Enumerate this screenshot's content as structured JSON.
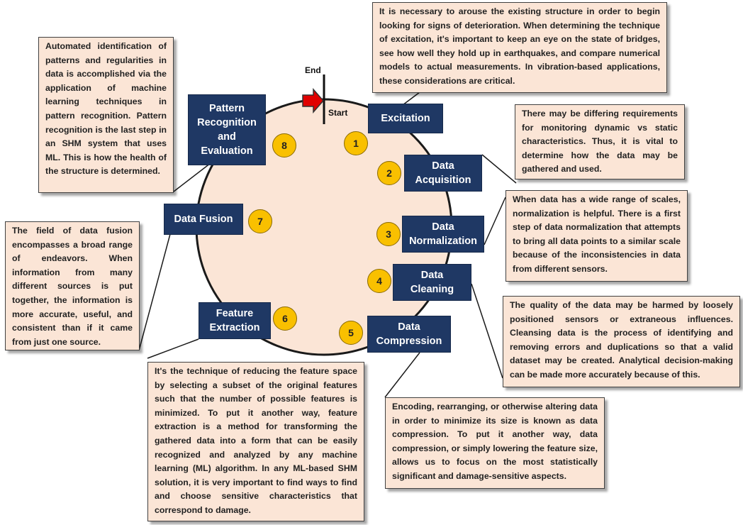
{
  "markers": {
    "end": "End",
    "start": "Start"
  },
  "steps": [
    {
      "number": "1",
      "label": [
        "Excitation"
      ]
    },
    {
      "number": "2",
      "label": [
        "Data",
        "Acquisition"
      ]
    },
    {
      "number": "3",
      "label": [
        "Data",
        "Normalization"
      ]
    },
    {
      "number": "4",
      "label": [
        "Data",
        "Cleaning"
      ]
    },
    {
      "number": "5",
      "label": [
        "Data",
        "Compression"
      ]
    },
    {
      "number": "6",
      "label": [
        "Feature",
        "Extraction"
      ]
    },
    {
      "number": "7",
      "label": [
        "Data Fusion"
      ]
    },
    {
      "number": "8",
      "label": [
        "Pattern",
        "Recognition",
        "and",
        "Evaluation"
      ]
    }
  ],
  "descriptions": {
    "excitation": "It is necessary to arouse the existing structure in order to begin looking for signs of deterioration. When determining the technique of excitation, it's important to keep an eye on the state of bridges, see how well they hold up in earthquakes, and compare numerical models to actual measurements. In vibration-based applications, these considerations are critical.",
    "acquisition": "There may be differing requirements for monitoring dynamic vs static characteristics. Thus, it is vital to determine how the data may be gathered and used.",
    "normalization": "When data has a wide range of scales, normalization is helpful. There is a first step of data normalization that attempts to bring all data points to a similar scale because of the inconsistencies in data from different sensors.",
    "cleaning": "The quality of the data may be harmed by loosely positioned sensors or extraneous influences. Cleansing data is the process of identifying and removing errors and duplications so that a valid dataset may be created. Analytical decision-making can be made more accurately because of this.",
    "compression": "Encoding, rearranging, or otherwise altering data in order to minimize its size is known as data compression. To put it another way, data compression, or simply lowering the feature size, allows us to focus on the most statistically significant and damage-sensitive aspects.",
    "extraction": "It's the technique of reducing the feature space by selecting a subset of the original features such that the number of possible features is minimized. To put it another way, feature extraction is a method for transforming the gathered data into a form that can be easily recognized and analyzed by any machine learning (ML) algorithm. In any ML-based SHM solution, it is very important to find ways to find and choose sensitive characteristics that correspond to damage.",
    "fusion": "The field of data fusion encompasses a broad range of endeavors. When information from many different sources is put together, the information is more accurate, useful, and consistent than if it came from just one source.",
    "pattern": "Automated identification of patterns and regularities in data is accomplished via the application of machine learning techniques in pattern recognition. Pattern recognition is the last step in an SHM system that uses ML. This is how the health of the structure is determined."
  },
  "colors": {
    "circle_fill": "#fbe5d6",
    "step_box": "#1f3864",
    "number_badge": "#f9c000",
    "note_fill": "#fbe5d6",
    "arrow": "#e00000"
  }
}
